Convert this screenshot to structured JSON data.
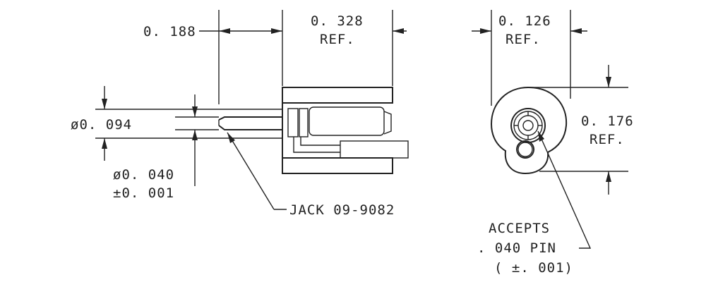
{
  "side_view": {
    "dim_length": "0. 188",
    "dim_body_line1": "0. 328",
    "dim_body_line2": "REF.",
    "dim_outer_dia": "ø0. 094",
    "dim_pin_dia_line1": "ø0. 040",
    "dim_pin_dia_line2": "±0. 001",
    "callout": "JACK 09-9082"
  },
  "end_view": {
    "dim_width_line1": "0. 126",
    "dim_width_line2": "REF.",
    "dim_height_line1": "0. 176",
    "dim_height_line2": "REF.",
    "note_line1": "ACCEPTS",
    "note_line2": ". 040 PIN",
    "note_line3": "( ±. 001)"
  }
}
